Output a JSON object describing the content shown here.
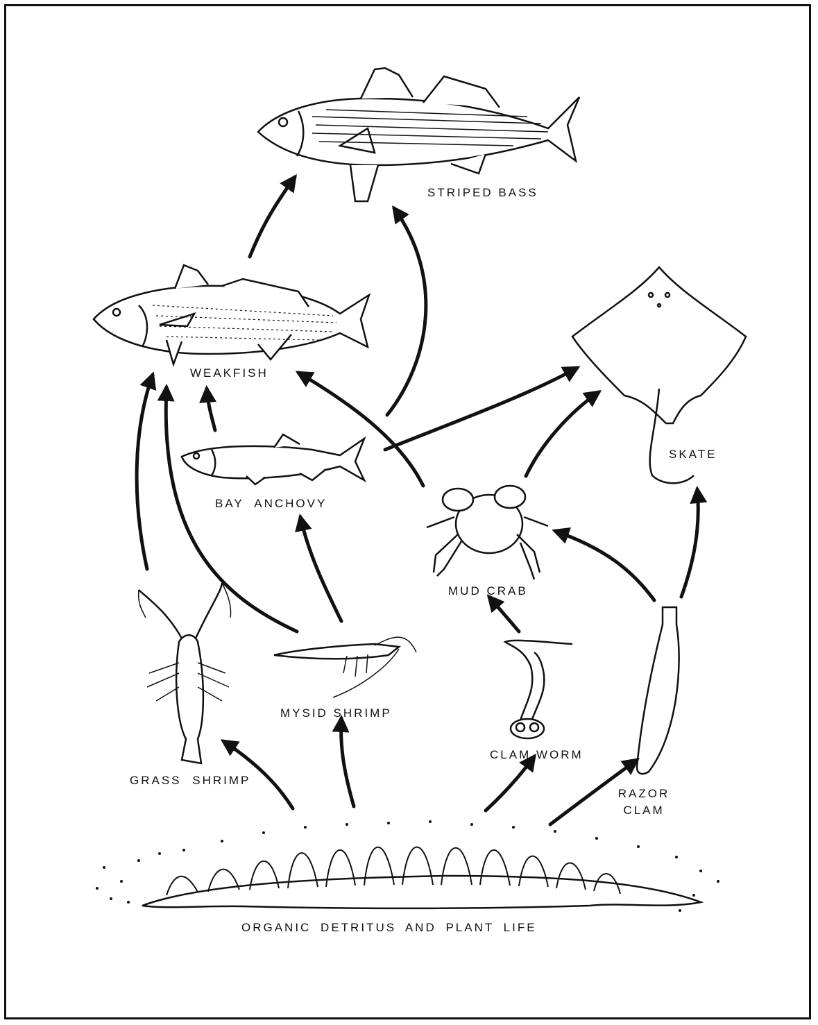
{
  "organisms": {
    "striped_bass": "STRIPED BASS",
    "weakfish": "WEAKFISH",
    "skate": "SKATE",
    "bay_anchovy": "BAY ANCHOVY",
    "mud_crab": "MUD CRAB",
    "grass_shrimp": "GRASS SHRIMP",
    "mysid_shrimp": "MYSID SHRIMP",
    "clam_worm": "CLAM WORM",
    "razor_clam_line1": "RAZOR",
    "razor_clam_line2": "CLAM"
  },
  "base": {
    "label": "ORGANIC DETRITUS AND PLANT LIFE"
  },
  "colors": {
    "ink": "#111111",
    "paper": "#ffffff"
  }
}
